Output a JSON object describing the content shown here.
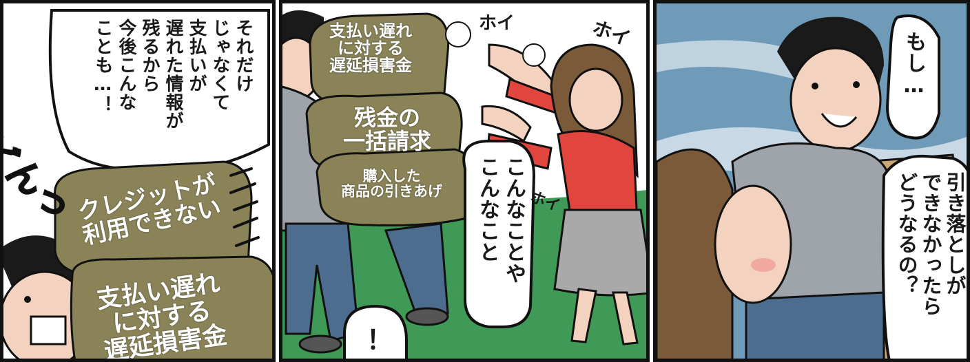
{
  "panels": [
    {
      "id": "panel-1",
      "speech_bubble": "それだけ\nじゃなくて\n支払いが\n遅れた情報が\n残るから\n今後こんな\nことも…！",
      "sfx": "どんっ",
      "sacks": [
        "クレジットが\n利用できない",
        "支払い遅れ\nに対する\n遅延損害金"
      ]
    },
    {
      "id": "panel-2",
      "sacks": [
        "支払い遅れ\nに対する\n遅延損害金",
        "残金の\n一括請求",
        "購入した\n商品の引きあげ"
      ],
      "sfx": [
        "ホイ",
        "ホイ",
        "ホイ"
      ],
      "speech_bubble": "こんなことや\nこんなこと",
      "small_bubble": "！"
    },
    {
      "id": "panel-3",
      "speech_bubble_top": "もし…",
      "speech_bubble_bottom": "引き落としが\nできなかったら\nどうなるの？"
    }
  ],
  "colors": {
    "border": "#111111",
    "sack": "#8a8358",
    "sack_dark": "#5e5a3c",
    "grass": "#3f9a58",
    "sky": "#6f9bb8",
    "hoodie": "#9ea4aa",
    "jeans": "#4d6d8f",
    "skin": "#f3d3bf",
    "red_top": "#e0453e",
    "skirt": "#a9a9a9",
    "envelope": "#c9a671"
  }
}
